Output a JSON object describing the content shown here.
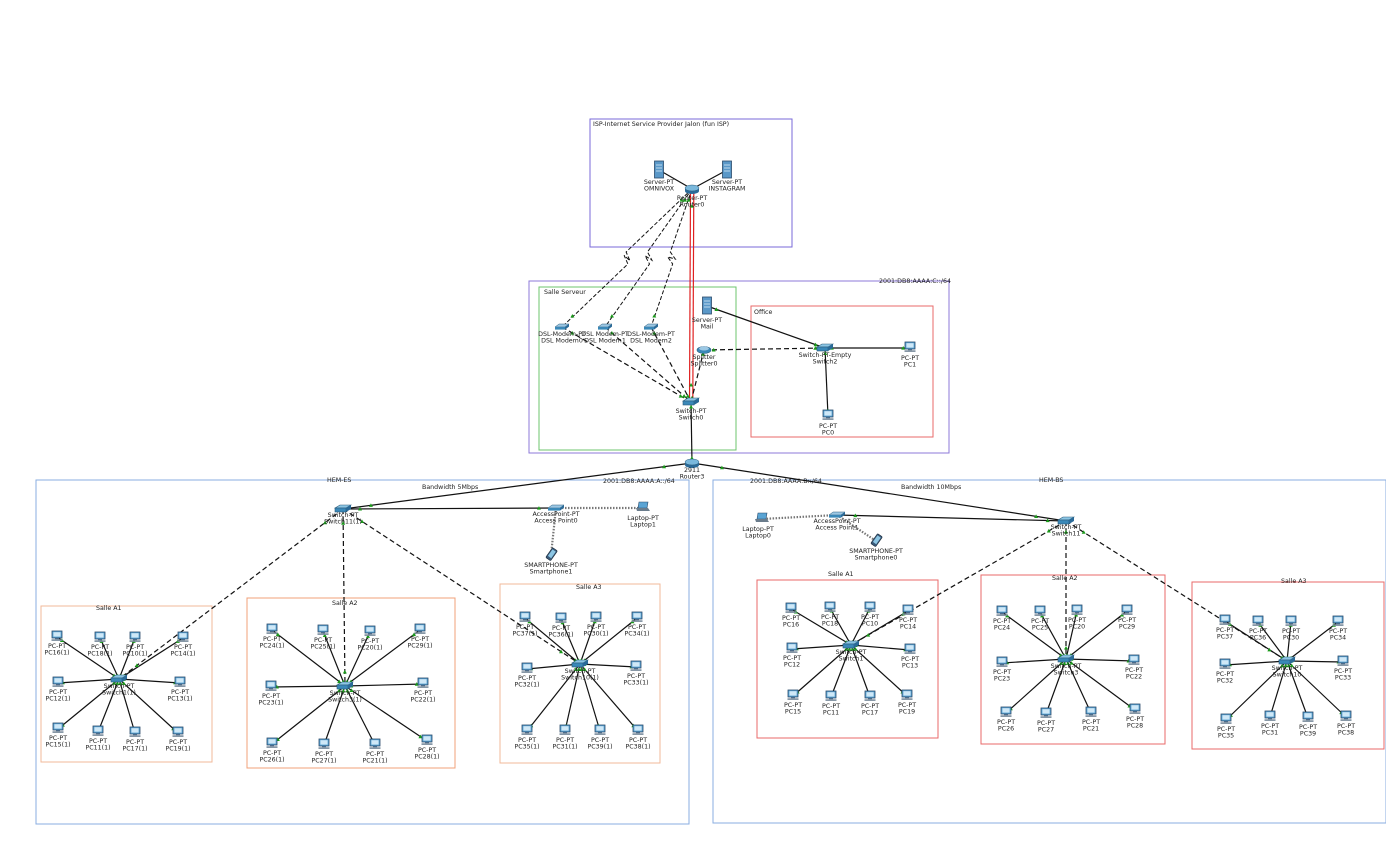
{
  "zones": {
    "isp": "ISP-Internet Service Provider Jalon (fun ISP)",
    "mid_net": "2001:DB8:AAAA:C::/64",
    "salle_serveur": "Salle Serveur",
    "office": "Office",
    "hem_es": "HEM-ES",
    "hem_es_net": "2001:DB8:AAAA:A::/64",
    "hem_es_bw": "Bandwidth 5Mbps",
    "hem_bs": "HEM-BS",
    "hem_bs_net": "2001:DB8:AAAA:B::/64",
    "hem_bs_bw": "Bandwidth 10Mbps",
    "l_a1": "Salle A1",
    "l_a2": "Salle A2",
    "l_a3": "Salle A3",
    "r_a1": "Salle A1",
    "r_a2": "Salle A2",
    "r_a3": "Salle A3"
  },
  "devices": {
    "srv_omni": {
      "type": "Server-PT",
      "name": "OMNIVOX",
      "icon": "server-icon"
    },
    "srv_insta": {
      "type": "Server-PT",
      "name": "INSTAGRAM",
      "icon": "server-icon"
    },
    "router0": {
      "type": "Router-PT",
      "name": "Router0",
      "icon": "router-icon"
    },
    "dsl1": {
      "type": "DSL-Modem-PT",
      "name": "DSL Modem0",
      "icon": "modem-icon"
    },
    "dsl2": {
      "type": "DSL Modem-PT",
      "name": "DSL Modem1",
      "icon": "modem-icon"
    },
    "dsl3": {
      "type": "DSL-Modem-PT",
      "name": "DSL Modem2",
      "icon": "modem-icon"
    },
    "mail": {
      "type": "Server-PT",
      "name": "Mail",
      "icon": "server-icon"
    },
    "splitter": {
      "type": "Splitter",
      "name": "Splitter0",
      "icon": "splitter-icon"
    },
    "switch0": {
      "type": "Switch-PT",
      "name": "Switch0",
      "icon": "switch-icon"
    },
    "switch2": {
      "type": "Switch-PT-Empty",
      "name": "Switch2",
      "icon": "switch-icon"
    },
    "pc1": {
      "type": "PC-PT",
      "name": "PC1",
      "icon": "pc-icon"
    },
    "pc0": {
      "type": "PC-PT",
      "name": "PC0",
      "icon": "pc-icon"
    },
    "router3": {
      "type": "2911",
      "name": "Router3",
      "icon": "router-icon"
    },
    "sw11": {
      "type": "Switch-PT",
      "name": "Switch11(1)",
      "icon": "switch-icon"
    },
    "ap0": {
      "type": "AccessPoint-PT",
      "name": "Access Point0",
      "icon": "access-point-icon"
    },
    "laptop1": {
      "type": "Laptop-PT",
      "name": "Laptop1",
      "icon": "laptop-icon"
    },
    "phone1": {
      "type": "SMARTPHONE-PT",
      "name": "Smartphone1",
      "icon": "smartphone-icon"
    },
    "sw_la1": {
      "type": "Switch-PT",
      "name": "Switch1(1)",
      "icon": "switch-icon"
    },
    "sw_la2": {
      "type": "Switch-PT",
      "name": "Switch3(1)",
      "icon": "switch-icon"
    },
    "sw_la3": {
      "type": "Switch-PT",
      "name": "Switch10(1)",
      "icon": "switch-icon"
    },
    "laptop0": {
      "type": "Laptop-PT",
      "name": "Laptop0",
      "icon": "laptop-icon"
    },
    "ap1": {
      "type": "AccessPoint-PT",
      "name": "Access Point1",
      "icon": "access-point-icon"
    },
    "phone0": {
      "type": "SMARTPHONE-PT",
      "name": "Smartphone0",
      "icon": "smartphone-icon"
    },
    "sw_r": {
      "type": "Switch-PT",
      "name": "Switch11",
      "icon": "switch-icon"
    },
    "sw_ra1": {
      "type": "Switch-PT",
      "name": "Switch1",
      "icon": "switch-icon"
    },
    "sw_ra2": {
      "type": "Switch-PT",
      "name": "Switch3",
      "icon": "switch-icon"
    },
    "sw_ra3": {
      "type": "Switch-PT",
      "name": "Switch10",
      "icon": "switch-icon"
    }
  },
  "pc_groups": [
    {
      "id": "l_a1",
      "switch": "sw_la1",
      "pcs": [
        {
          "type": "PC-PT",
          "name": "PC16(1)"
        },
        {
          "type": "PC-PT",
          "name": "PC18(1)"
        },
        {
          "type": "PC-PT",
          "name": "PC10(1)"
        },
        {
          "type": "PC-PT",
          "name": "PC14(1)"
        },
        {
          "type": "PC-PT",
          "name": "PC12(1)"
        },
        {
          "type": "PC-PT",
          "name": "PC13(1)"
        },
        {
          "type": "PC-PT",
          "name": "PC15(1)"
        },
        {
          "type": "PC-PT",
          "name": "PC11(1)"
        },
        {
          "type": "PC-PT",
          "name": "PC17(1)"
        },
        {
          "type": "PC-PT",
          "name": "PC19(1)"
        }
      ]
    },
    {
      "id": "l_a2",
      "switch": "sw_la2",
      "pcs": [
        {
          "type": "PC-PT",
          "name": "PC24(1)"
        },
        {
          "type": "PC-PT",
          "name": "PC25(1)"
        },
        {
          "type": "PC-PT",
          "name": "PC20(1)"
        },
        {
          "type": "PC-PT",
          "name": "PC29(1)"
        },
        {
          "type": "PC-PT",
          "name": "PC23(1)"
        },
        {
          "type": "PC-PT",
          "name": "PC22(1)"
        },
        {
          "type": "PC-PT",
          "name": "PC26(1)"
        },
        {
          "type": "PC-PT",
          "name": "PC27(1)"
        },
        {
          "type": "PC-PT",
          "name": "PC21(1)"
        },
        {
          "type": "PC-PT",
          "name": "PC28(1)"
        }
      ]
    },
    {
      "id": "l_a3",
      "switch": "sw_la3",
      "pcs": [
        {
          "type": "PC-PT",
          "name": "PC37(1)"
        },
        {
          "type": "PC-PT",
          "name": "PC36(1)"
        },
        {
          "type": "PC-PT",
          "name": "PC30(1)"
        },
        {
          "type": "PC-PT",
          "name": "PC34(1)"
        },
        {
          "type": "PC-PT",
          "name": "PC32(1)"
        },
        {
          "type": "PC-PT",
          "name": "PC33(1)"
        },
        {
          "type": "PC-PT",
          "name": "PC35(1)"
        },
        {
          "type": "PC-PT",
          "name": "PC31(1)"
        },
        {
          "type": "PC-PT",
          "name": "PC39(1)"
        },
        {
          "type": "PC-PT",
          "name": "PC38(1)"
        }
      ]
    },
    {
      "id": "r_a1",
      "switch": "sw_ra1",
      "pcs": [
        {
          "type": "PC-PT",
          "name": "PC16"
        },
        {
          "type": "PC-PT",
          "name": "PC18"
        },
        {
          "type": "PC-PT",
          "name": "PC10"
        },
        {
          "type": "PC-PT",
          "name": "PC14"
        },
        {
          "type": "PC-PT",
          "name": "PC12"
        },
        {
          "type": "PC-PT",
          "name": "PC13"
        },
        {
          "type": "PC-PT",
          "name": "PC15"
        },
        {
          "type": "PC-PT",
          "name": "PC11"
        },
        {
          "type": "PC-PT",
          "name": "PC17"
        },
        {
          "type": "PC-PT",
          "name": "PC19"
        }
      ]
    },
    {
      "id": "r_a2",
      "switch": "sw_ra2",
      "pcs": [
        {
          "type": "PC-PT",
          "name": "PC24"
        },
        {
          "type": "PC-PT",
          "name": "PC25"
        },
        {
          "type": "PC-PT",
          "name": "PC20"
        },
        {
          "type": "PC-PT",
          "name": "PC29"
        },
        {
          "type": "PC-PT",
          "name": "PC23"
        },
        {
          "type": "PC-PT",
          "name": "PC22"
        },
        {
          "type": "PC-PT",
          "name": "PC26"
        },
        {
          "type": "PC-PT",
          "name": "PC27"
        },
        {
          "type": "PC-PT",
          "name": "PC21"
        },
        {
          "type": "PC-PT",
          "name": "PC28"
        }
      ]
    },
    {
      "id": "r_a3",
      "switch": "sw_ra3",
      "pcs": [
        {
          "type": "PC-PT",
          "name": "PC37"
        },
        {
          "type": "PC-PT",
          "name": "PC36"
        },
        {
          "type": "PC-PT",
          "name": "PC30"
        },
        {
          "type": "PC-PT",
          "name": "PC34"
        },
        {
          "type": "PC-PT",
          "name": "PC32"
        },
        {
          "type": "PC-PT",
          "name": "PC33"
        },
        {
          "type": "PC-PT",
          "name": "PC35"
        },
        {
          "type": "PC-PT",
          "name": "PC31"
        },
        {
          "type": "PC-PT",
          "name": "PC39"
        },
        {
          "type": "PC-PT",
          "name": "PC38"
        }
      ]
    }
  ],
  "links": [
    {
      "a": "srv_omni",
      "b": "router0",
      "style": "solid"
    },
    {
      "a": "srv_insta",
      "b": "router0",
      "style": "solid"
    },
    {
      "a": "router0",
      "b": "dsl1",
      "style": "serial"
    },
    {
      "a": "router0",
      "b": "dsl2",
      "style": "serial"
    },
    {
      "a": "router0",
      "b": "dsl3",
      "style": "serial"
    },
    {
      "a": "router0",
      "b": "switch0",
      "style": "coax"
    },
    {
      "a": "dsl1",
      "b": "switch0",
      "style": "dashed"
    },
    {
      "a": "dsl2",
      "b": "switch0",
      "style": "dashed"
    },
    {
      "a": "dsl3",
      "b": "switch0",
      "style": "dashed"
    },
    {
      "a": "splitter",
      "b": "switch0",
      "style": "dashed"
    },
    {
      "a": "splitter",
      "b": "switch2",
      "style": "dashed"
    },
    {
      "a": "mail",
      "b": "switch2",
      "style": "solid"
    },
    {
      "a": "switch2",
      "b": "pc1",
      "style": "solid"
    },
    {
      "a": "switch2",
      "b": "pc0",
      "style": "solid"
    },
    {
      "a": "switch0",
      "b": "router3",
      "style": "solid"
    },
    {
      "a": "router3",
      "b": "sw11",
      "style": "solid"
    },
    {
      "a": "router3",
      "b": "sw_r",
      "style": "solid"
    },
    {
      "a": "sw11",
      "b": "ap0",
      "style": "solid"
    },
    {
      "a": "ap0",
      "b": "laptop1",
      "style": "wireless"
    },
    {
      "a": "ap0",
      "b": "phone1",
      "style": "wireless"
    },
    {
      "a": "sw11",
      "b": "sw_la1",
      "style": "dashed"
    },
    {
      "a": "sw11",
      "b": "sw_la2",
      "style": "dashed"
    },
    {
      "a": "sw11",
      "b": "sw_la3",
      "style": "dashed"
    },
    {
      "a": "ap1",
      "b": "sw_r",
      "style": "solid"
    },
    {
      "a": "ap1",
      "b": "laptop0",
      "style": "wireless"
    },
    {
      "a": "ap1",
      "b": "phone0",
      "style": "wireless"
    },
    {
      "a": "sw_r",
      "b": "sw_ra1",
      "style": "dashed"
    },
    {
      "a": "sw_r",
      "b": "sw_ra2",
      "style": "dashed"
    },
    {
      "a": "sw_r",
      "b": "sw_ra3",
      "style": "dashed"
    }
  ],
  "colors": {
    "cable": "#111111",
    "coax": "#e02020",
    "port": "#1a9a1a",
    "isp_border": "#7a6ad8",
    "mid_border": "#8c7ad8",
    "serveur_border": "#6cc46c",
    "office_border": "#e86a6a",
    "hem_border": "#8aaee0",
    "salle_border_left": "#f2b89a",
    "salle_border_right": "#e86a6a"
  }
}
